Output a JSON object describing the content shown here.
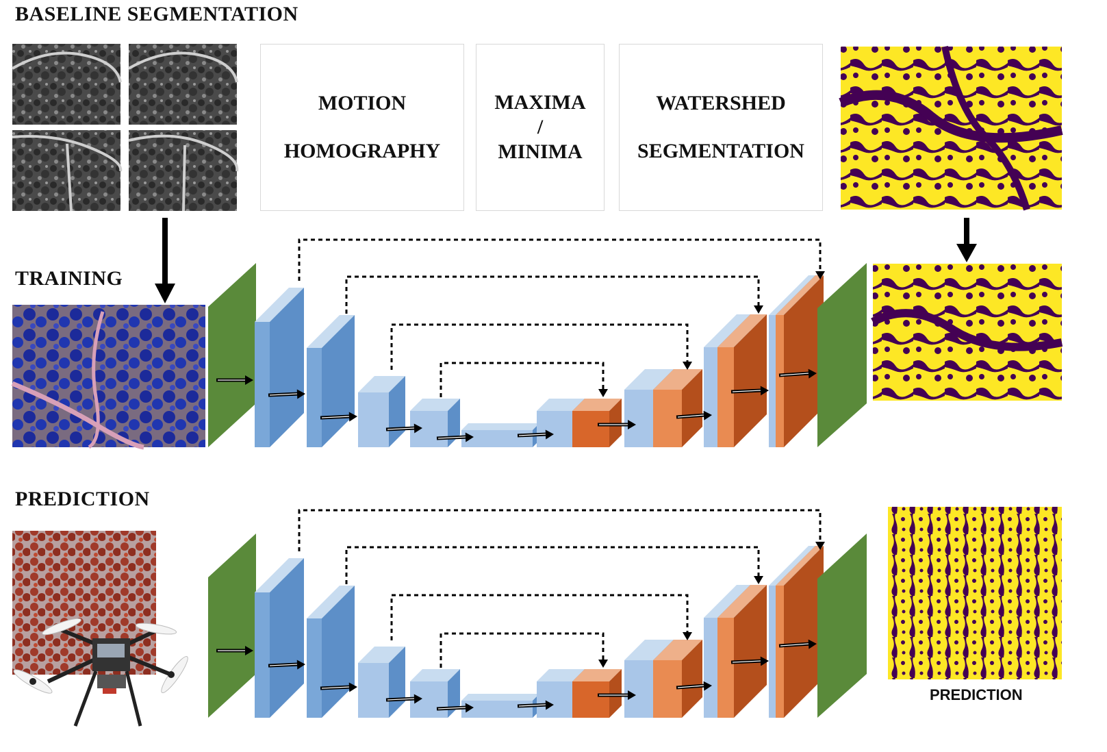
{
  "headings": {
    "baseline": "BASELINE SEGMENTATION",
    "training": "TRAINING",
    "prediction": "PREDICTION"
  },
  "steps": [
    {
      "line1": "MOTION",
      "line2": "",
      "line3": "HOMOGRAPHY"
    },
    {
      "line1": "MAXIMA",
      "line2": "/",
      "line3": "MINIMA"
    },
    {
      "line1": "WATERSHED",
      "line2": "",
      "line3": "SEGMENTATION"
    }
  ],
  "prediction_label": "PREDICTION",
  "colors": {
    "encoder": "#7aa7d8",
    "decoder": "#d8662a",
    "io_layer": "#5a8a3a",
    "mask_bg": "#440154",
    "mask_fg": "#fde725"
  }
}
